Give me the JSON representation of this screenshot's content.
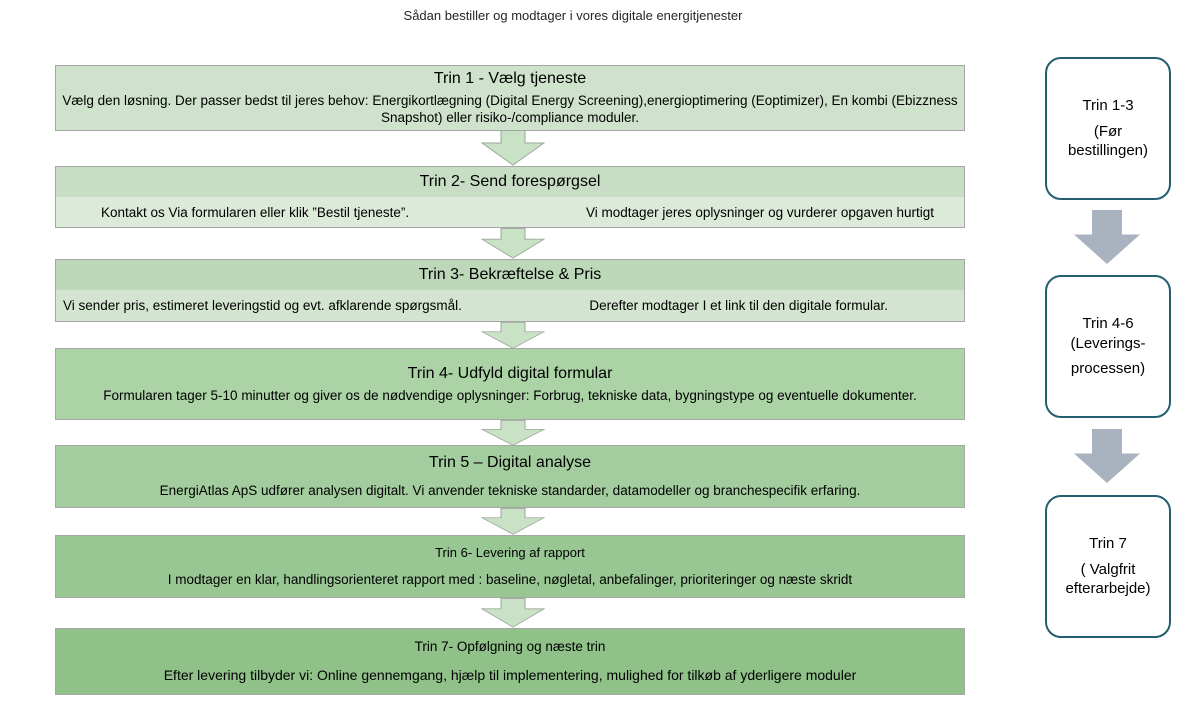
{
  "page_title": "Sådan bestiller og modtager i vores digitale energitjenester",
  "steps": [
    {
      "title": "Trin 1 - Vælg tjeneste",
      "body": "Vælg den løsning. Der passer bedst til jeres behov: Energikortlægning (Digital Energy Screening),energioptimering (Eoptimizer), En kombi (Ebizzness Snapshot) eller risiko-/compliance moduler.",
      "fill": "#cfe3cc"
    },
    {
      "title": "Trin 2- Send forespørgsel",
      "body_left": "Kontakt os Via formularen eller klik ”Bestil tjeneste”.",
      "body_right": "Vi modtager jeres oplysninger og vurderer opgaven hurtigt",
      "fill_title": "#c7ddc4",
      "fill_body": "#dcead9"
    },
    {
      "title": "Trin 3- Bekræftelse & Pris",
      "body_left": "Vi sender pris, estimeret leveringstid og evt. afklarende spørgsmål.",
      "body_right": "Derefter modtager I et link til den digitale formular.",
      "fill_title": "#bcd8b9",
      "fill_body": "#d3e5d0"
    },
    {
      "title": "Trin 4- Udfyld digital formular",
      "body": "Formularen tager 5-10 minutter og giver os de nødvendige oplysninger: Forbrug, tekniske data, bygningstype og eventuelle dokumenter.",
      "fill": "#abd3a6"
    },
    {
      "title": "Trin 5 – Digital analyse",
      "body": "EnergiAtlas ApS udfører analysen digitalt. Vi anvender tekniske standarder, datamodeller og branchespecifik erfaring.",
      "fill": "#a3cd9e"
    },
    {
      "title": "Trin 6- Levering af rapport",
      "body": "I modtager en klar, handlingsorienteret rapport med : baseline, nøgletal, anbefalinger, prioriteringer og næste skridt",
      "fill": "#99c794"
    },
    {
      "title": "Trin 7- Opfølgning og næste trin",
      "body": "Efter levering tilbyder vi: Online gennemgang, hjælp til implementering, mulighed for tilkøb af yderligere moduler",
      "fill": "#8fc189"
    }
  ],
  "phases": [
    {
      "title": "Trin 1-3",
      "subtitle": "(Før bestillingen)"
    },
    {
      "title": "Trin 4-6 (Leverings-",
      "subtitle": "processen)"
    },
    {
      "title": "Trin 7",
      "subtitle": "( Valgfrit efterarbejde)"
    }
  ],
  "colors": {
    "arrow_green_fill": "#c9e2c6",
    "arrow_green_stroke": "#9aa79a",
    "arrow_gray_fill": "#a9b2bf",
    "step_border": "#a6a6a6",
    "phase_border": "#235e71"
  }
}
